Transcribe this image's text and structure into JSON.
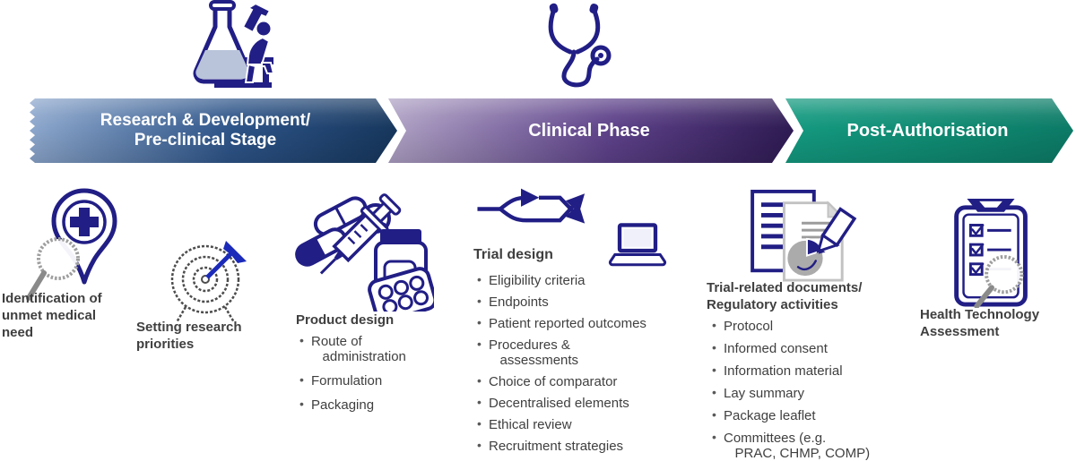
{
  "background": "#ffffff",
  "colors": {
    "background": "#ffffff",
    "navy": "#211e85",
    "text": "#3f3f3f",
    "bullet": "#595959",
    "liquid": "#b9c4da",
    "lens_rim": "#9e9e9e",
    "handle": "#8a8a8a",
    "target": "#4d4d4d",
    "dart": "#1b2ab8",
    "doc_border": "#c2c2c2",
    "doc_lines": "#9c9c9c",
    "pie": "#ababab"
  },
  "top_icons": [
    {
      "name": "flask-researcher-icon",
      "phase": "Research & Development/ Pre-clinical Stage"
    },
    {
      "name": "stethoscope-icon",
      "phase": "Clinical Phase"
    }
  ],
  "banners": [
    {
      "label_line1": "Research & Development/",
      "label_line2": "Pre-clinical Stage",
      "color_from": "#8fa9ce",
      "color_mid": "#2d5488",
      "color_to": "#16365c"
    },
    {
      "label_line1": "Clinical Phase",
      "label_line2": "",
      "color_from": "#b0a3c5",
      "color_mid": "#5d4189",
      "color_to": "#2e1a52"
    },
    {
      "label_line1": "Post-Authorisation",
      "label_line2": "",
      "color_from": "#149a80",
      "color_mid": "#0f8a72",
      "color_to": "#0c7a66"
    }
  ],
  "columns": [
    {
      "icon": "medical-need-pin-icon",
      "title": "Identification of\nunmet medical\nneed",
      "bullets": []
    },
    {
      "icon": "target-dart-icon",
      "title": "Setting research\npriorities",
      "bullets": []
    },
    {
      "icon": "medicines-icon",
      "title": "Product design",
      "bullets": [
        "Route of\n   administration",
        "Formulation",
        "Packaging"
      ]
    },
    {
      "icon": "crossover-arrows-icon laptop-icon",
      "title": "Trial design",
      "bullets": [
        "Eligibility criteria",
        "Endpoints",
        "Patient reported outcomes",
        "Procedures &\n   assessments",
        "Choice of comparator",
        "Decentralised elements",
        "Ethical review",
        "Recruitment strategies"
      ]
    },
    {
      "icon": "documents-pen-icon",
      "title": "Trial-related documents/\nRegulatory activities",
      "bullets": [
        "Protocol",
        "Informed consent",
        "Information material",
        "Lay summary",
        "Package leaflet",
        "Committees (e.g.\n   PRAC, CHMP, COMP)"
      ]
    },
    {
      "icon": "clipboard-magnifier-icon",
      "title": "Health Technology\nAssessment",
      "bullets": []
    }
  ]
}
